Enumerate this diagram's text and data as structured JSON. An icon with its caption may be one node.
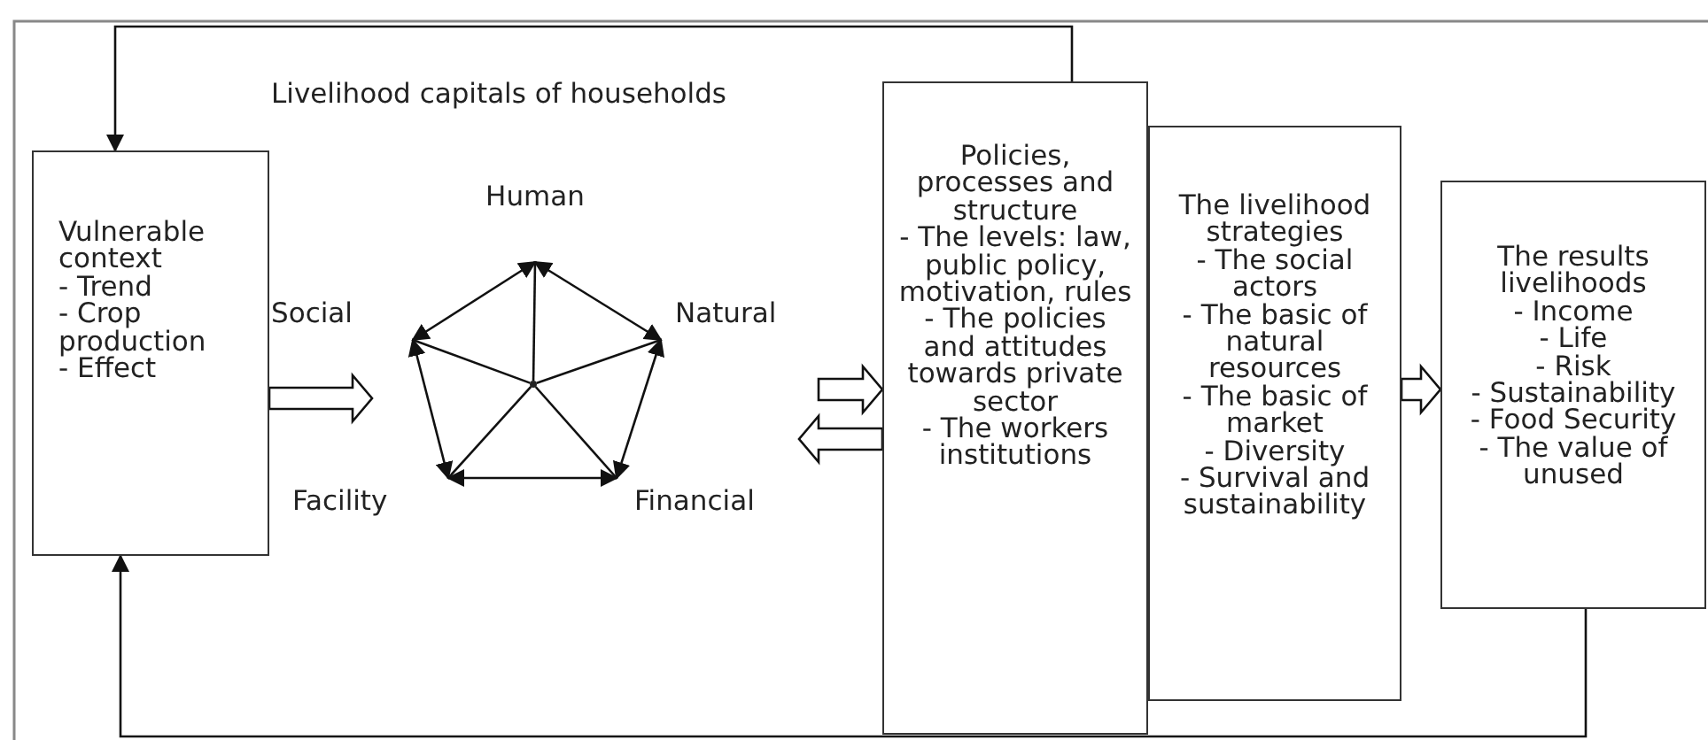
{
  "diagram": {
    "nodes": [
      {
        "text": [
          "Vulnerable context",
          "- Trend",
          "- Crop production",
          "- Effect"
        ]
      },
      {
        "text": [
          "Human"
        ]
      },
      {
        "text": [
          "Social"
        ]
      },
      {
        "text": [
          "Natural"
        ]
      },
      {
        "text": [],
        "shape": "dot"
      },
      {
        "text": [
          "Facility"
        ]
      },
      {
        "text": [
          "Financial"
        ]
      },
      {
        "text": [
          "Policies, processes and structure",
          "- The levels: law, public policy, motivation, rules",
          "- The policies and attitudes towards private sector",
          "- The workers institutions"
        ]
      },
      {
        "text": [
          "The livelihood strategies",
          "- The social actors",
          "- The basic of natural resources",
          "- The basic of market",
          "- Diversity",
          "- Survival and sustainability"
        ]
      },
      {
        "text": [
          "The results livelihoods",
          "- Income",
          "- Life",
          "- Risk",
          "- Sustainability",
          "- Food Security",
          "- The value of unused"
        ]
      }
    ],
    "edges": [
      {
        "from": 7,
        "to": 0,
        "arrow": "to"
      },
      {
        "from": 9,
        "to": 0,
        "arrow": "to"
      },
      {
        "from": 0,
        "to": null,
        "arrow": "to",
        "style": "thick"
      },
      {
        "from": 1,
        "to": 2,
        "arrow": "both"
      },
      {
        "from": 1,
        "to": 3,
        "arrow": "both"
      },
      {
        "from": 3,
        "to": 6,
        "arrow": "both"
      },
      {
        "from": 6,
        "to": 5,
        "arrow": "both"
      },
      {
        "from": 5,
        "to": 2,
        "arrow": "both"
      },
      {
        "from": 4,
        "to": 1,
        "arrow": "none"
      },
      {
        "from": 4,
        "to": 2,
        "arrow": "none"
      },
      {
        "from": 4,
        "to": 3,
        "arrow": "none"
      },
      {
        "from": 4,
        "to": 5,
        "arrow": "none"
      },
      {
        "from": 4,
        "to": 6,
        "arrow": "none"
      },
      {
        "from": null,
        "to": 7,
        "arrow": "to",
        "style": "thick"
      },
      {
        "from": 7,
        "to": null,
        "arrow": "to",
        "style": "thick"
      },
      {
        "from": 8,
        "to": 9,
        "arrow": "to",
        "style": "thick"
      }
    ],
    "labels": [
      "Livelihood capitals of households"
    ]
  }
}
